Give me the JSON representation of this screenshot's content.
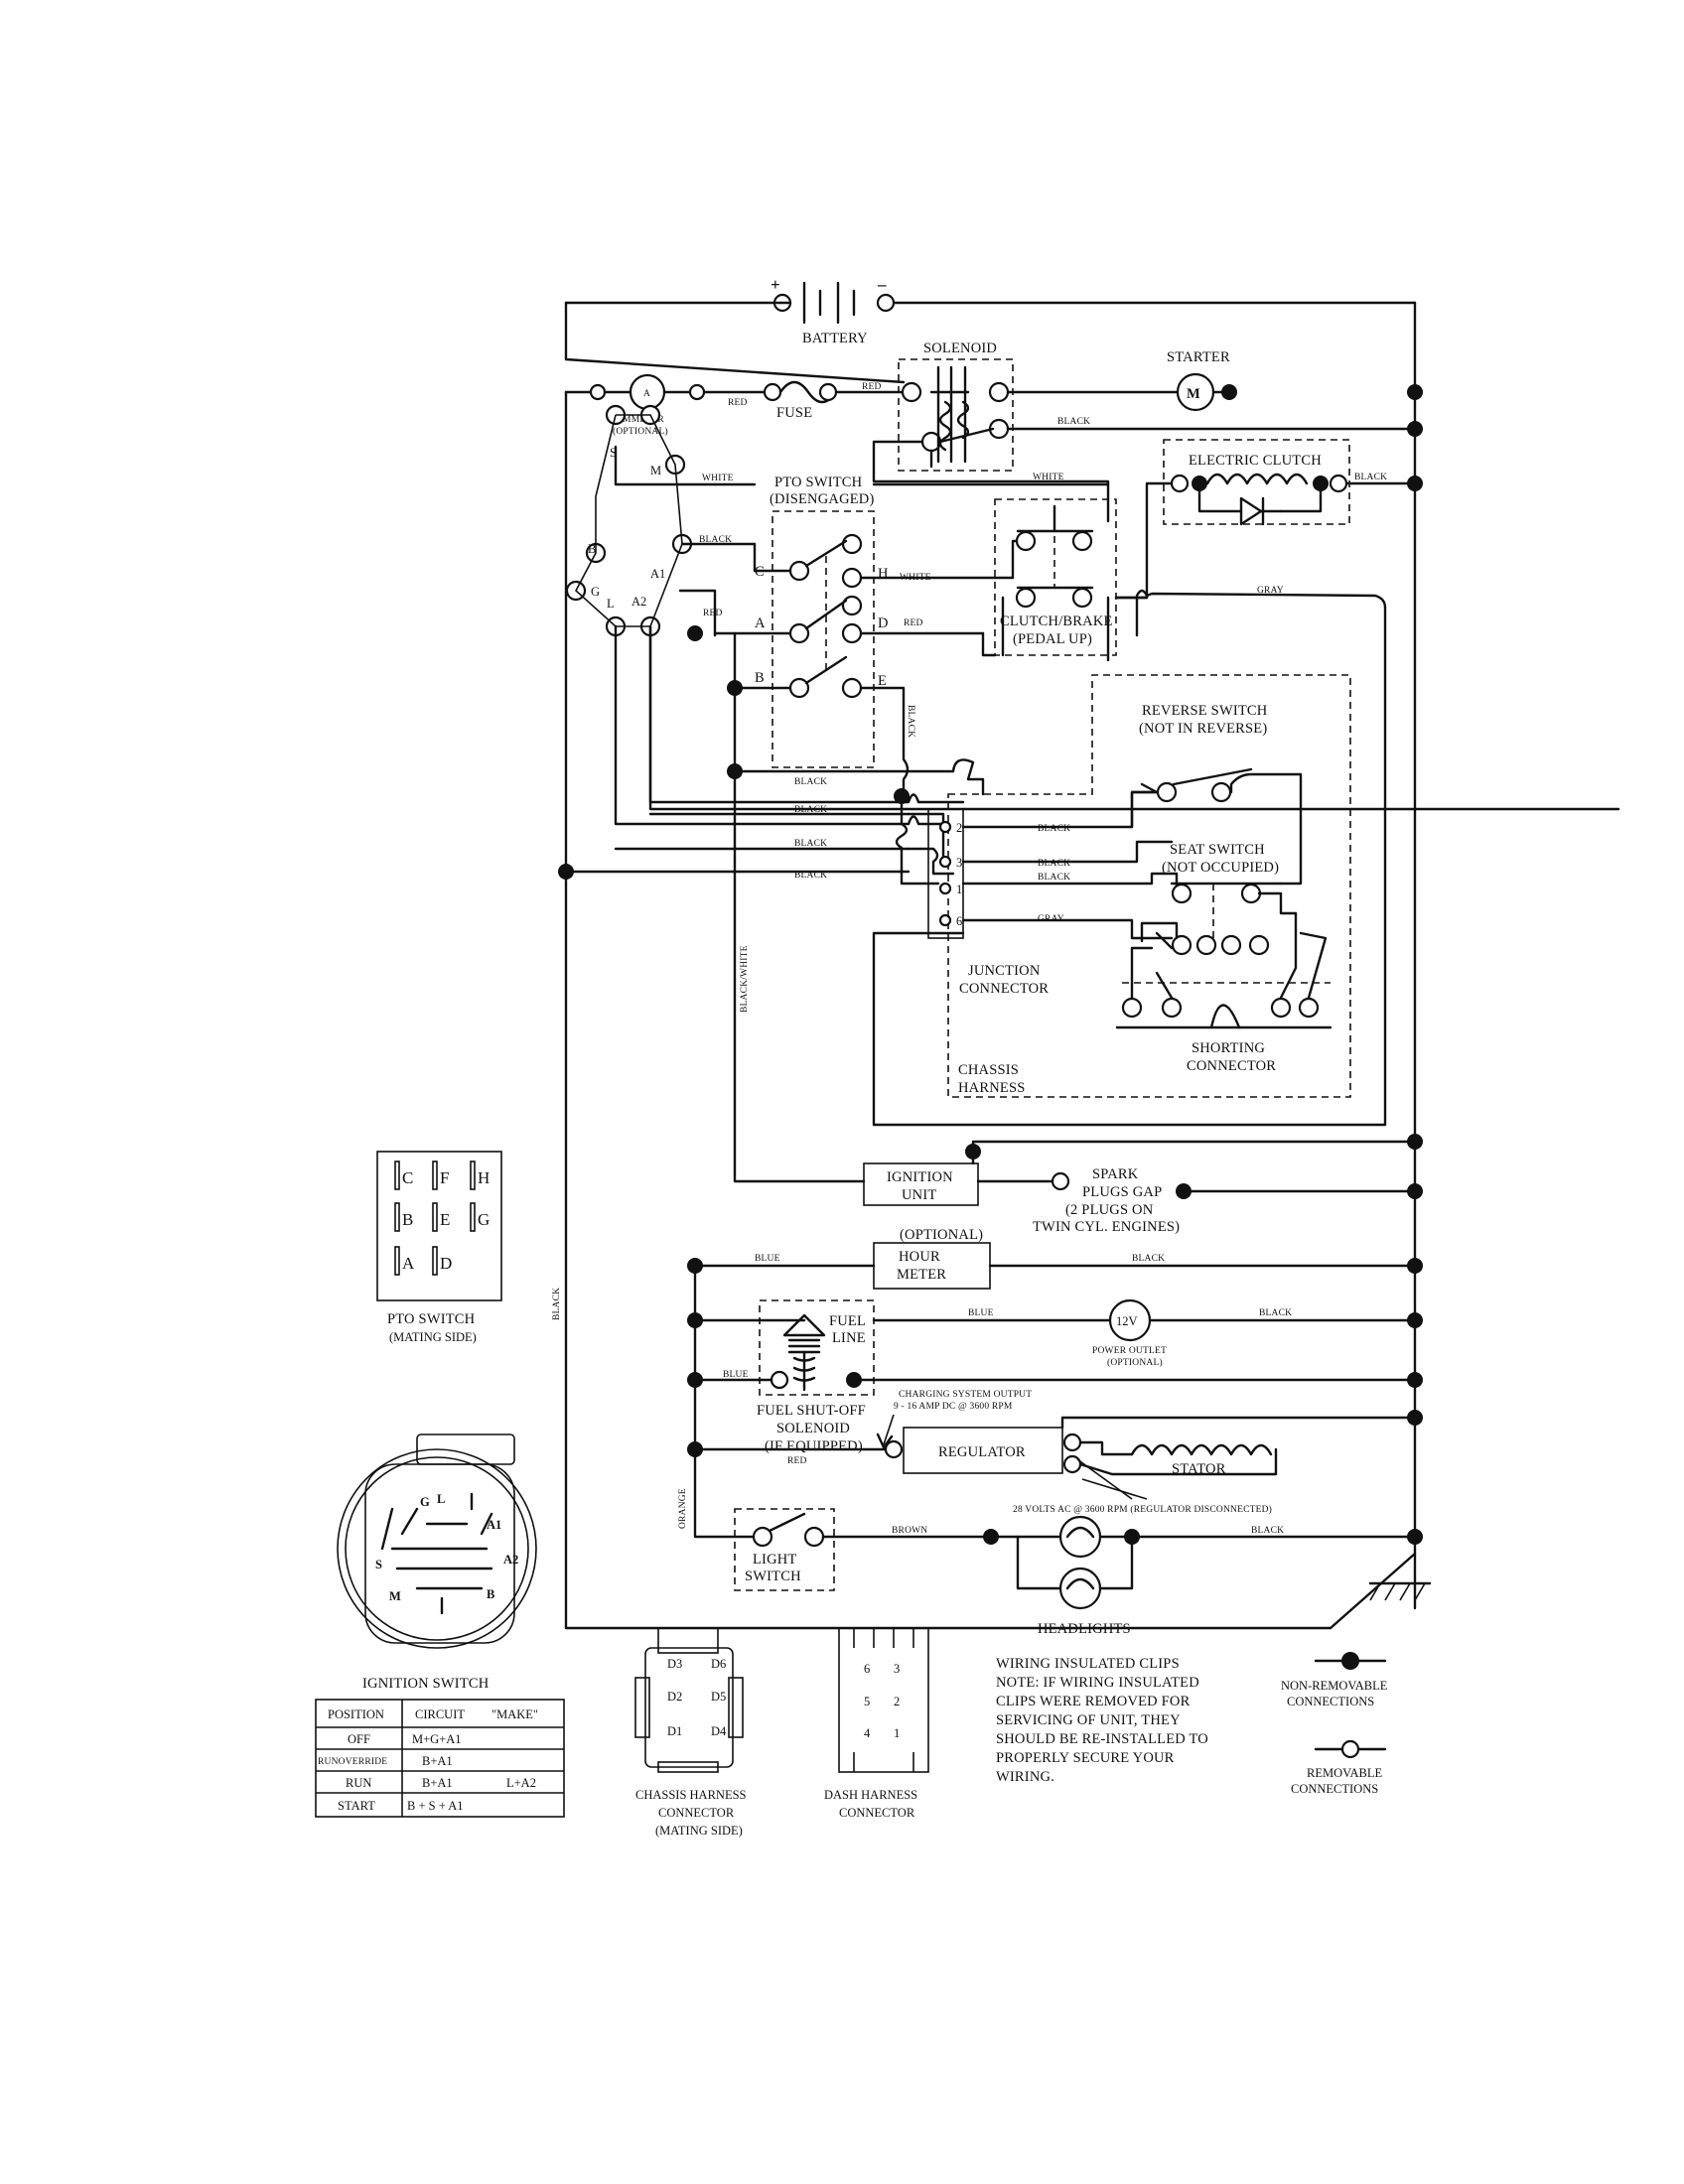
{
  "components": {
    "battery": {
      "label": "BATTERY",
      "plus": "+",
      "minus": "–"
    },
    "solenoid": {
      "label": "SOLENOID"
    },
    "starter": {
      "label": "STARTER",
      "symbol": "M"
    },
    "ammeter": {
      "label": "AMMETER",
      "note": "(OPTIONAL)",
      "symbol": "A"
    },
    "fuse": {
      "label": "FUSE"
    },
    "pto_switch": {
      "label": "PTO SWITCH",
      "state": "(DISENGAGED)"
    },
    "electric_clutch": {
      "label": "ELECTRIC CLUTCH"
    },
    "clutch_brake": {
      "label": "CLUTCH/BRAKE",
      "state": "(PEDAL UP)"
    },
    "reverse_switch": {
      "label": "REVERSE SWITCH",
      "state": "(NOT IN REVERSE)"
    },
    "seat_switch": {
      "label": "SEAT SWITCH",
      "state": "(NOT OCCUPIED)"
    },
    "junction_connector": {
      "line1": "JUNCTION",
      "line2": "CONNECTOR"
    },
    "shorting_connector": {
      "line1": "SHORTING",
      "line2": "CONNECTOR"
    },
    "chassis_harness": {
      "line1": "CHASSIS",
      "line2": "HARNESS"
    },
    "ignition_unit": {
      "line1": "IGNITION",
      "line2": "UNIT"
    },
    "spark_plugs": {
      "line1": "SPARK",
      "line2": "PLUGS GAP",
      "line3": "(2 PLUGS ON",
      "line4": "TWIN CYL. ENGINES)"
    },
    "hour_meter": {
      "note": "(OPTIONAL)",
      "line1": "HOUR",
      "line2": "METER"
    },
    "fuel_line": {
      "line1": "FUEL",
      "line2": "LINE"
    },
    "power_outlet": {
      "symbol": "12V",
      "line1": "POWER OUTLET",
      "line2": "(OPTIONAL)"
    },
    "fuel_shutoff": {
      "line1": "FUEL SHUT-OFF",
      "line2": "SOLENOID",
      "line3": "(IF EQUIPPED)"
    },
    "charging_output": {
      "line1": "CHARGING SYSTEM OUTPUT",
      "line2": "9 - 16 AMP DC @ 3600 RPM"
    },
    "regulator": {
      "label": "REGULATOR"
    },
    "stator": {
      "label": "STATOR"
    },
    "ac_volts": {
      "label": "28 VOLTS AC @ 3600 RPM (REGULATOR DISCONNECTED)"
    },
    "light_switch": {
      "line1": "LIGHT",
      "line2": "SWITCH"
    },
    "headlights": {
      "label": "HEADLIGHTS"
    }
  },
  "terminals": {
    "ignition": {
      "S": "S",
      "M": "M",
      "B": "B",
      "A1": "A1",
      "G": "G",
      "L": "L",
      "A2": "A2"
    },
    "pto": {
      "C": "C",
      "H": "H",
      "A": "A",
      "D": "D",
      "B": "B",
      "E": "E"
    },
    "junction": {
      "t2": "2",
      "t3": "3",
      "t1": "1",
      "t6": "6"
    }
  },
  "wire_colors": {
    "red": "RED",
    "black": "BLACK",
    "white": "WHITE",
    "gray": "GRAY",
    "blue": "BLUE",
    "brown": "BROWN",
    "orange": "ORANGE",
    "black_white": "BLACK/WHITE"
  },
  "pto_mating": {
    "title": "PTO SWITCH",
    "subtitle": "(MATING SIDE)",
    "grid": [
      [
        "C",
        "F",
        "H"
      ],
      [
        "B",
        "E",
        "G"
      ],
      [
        "A",
        "D"
      ]
    ]
  },
  "ignition_switch": {
    "title": "IGNITION SWITCH",
    "face_labels": {
      "G": "G",
      "L": "L",
      "A1": "A1",
      "S": "S",
      "A2": "A2",
      "M": "M",
      "B": "B"
    },
    "table": {
      "headers": [
        "POSITION",
        "CIRCUIT",
        "\"MAKE\""
      ],
      "rows": [
        {
          "position": "OFF",
          "circuit": "M+G+A1",
          "extra": ""
        },
        {
          "position": "RUNOVERRIDE",
          "circuit": "B+A1",
          "extra": ""
        },
        {
          "position": "RUN",
          "circuit": "B+A1",
          "extra": "L+A2"
        },
        {
          "position": "START",
          "circuit": "B + S + A1",
          "extra": ""
        }
      ]
    }
  },
  "chassis_connector": {
    "line1": "CHASSIS HARNESS",
    "line2": "CONNECTOR",
    "line3": "(MATING SIDE)",
    "pins": {
      "d3": "D3",
      "d6": "D6",
      "d2": "D2",
      "d5": "D5",
      "d1": "D1",
      "d4": "D4"
    }
  },
  "dash_connector": {
    "line1": "DASH HARNESS",
    "line2": "CONNECTOR",
    "pins": {
      "p6": "6",
      "p3": "3",
      "p5": "5",
      "p2": "2",
      "p4": "4",
      "p1": "1"
    }
  },
  "note": {
    "lines": [
      "WIRING INSULATED CLIPS",
      "NOTE: IF WIRING INSULATED",
      "CLIPS WERE REMOVED FOR",
      "SERVICING OF UNIT, THEY",
      "SHOULD BE RE-INSTALLED TO",
      "PROPERLY SECURE YOUR",
      "WIRING."
    ]
  },
  "legend": {
    "non_removable": {
      "line1": "NON-REMOVABLE",
      "line2": "CONNECTIONS"
    },
    "removable": {
      "line1": "REMOVABLE",
      "line2": "CONNECTIONS"
    }
  }
}
